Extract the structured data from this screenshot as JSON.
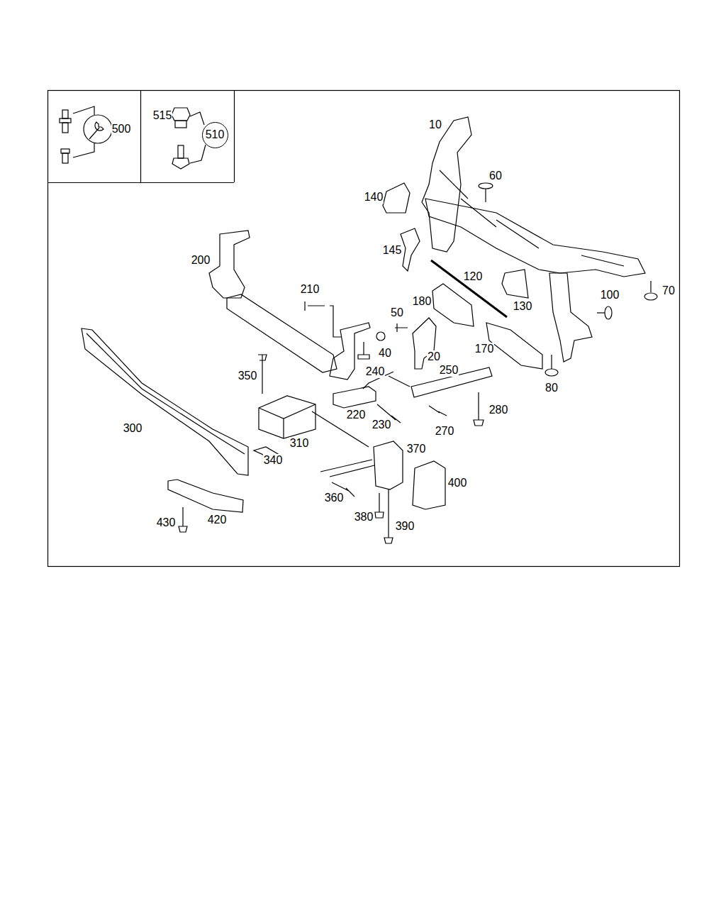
{
  "diagram": {
    "nodes": [
      {
        "text": [
          "510"
        ]
      }
    ],
    "labels": [
      "500",
      "515",
      "10",
      "60",
      "140",
      "145",
      "200",
      "120",
      "210",
      "180",
      "50",
      "100",
      "70",
      "130",
      "40",
      "20",
      "170",
      "350",
      "240",
      "250",
      "80",
      "300",
      "220",
      "230",
      "270",
      "280",
      "310",
      "370",
      "340",
      "400",
      "360",
      "380",
      "390",
      "430",
      "420"
    ]
  }
}
